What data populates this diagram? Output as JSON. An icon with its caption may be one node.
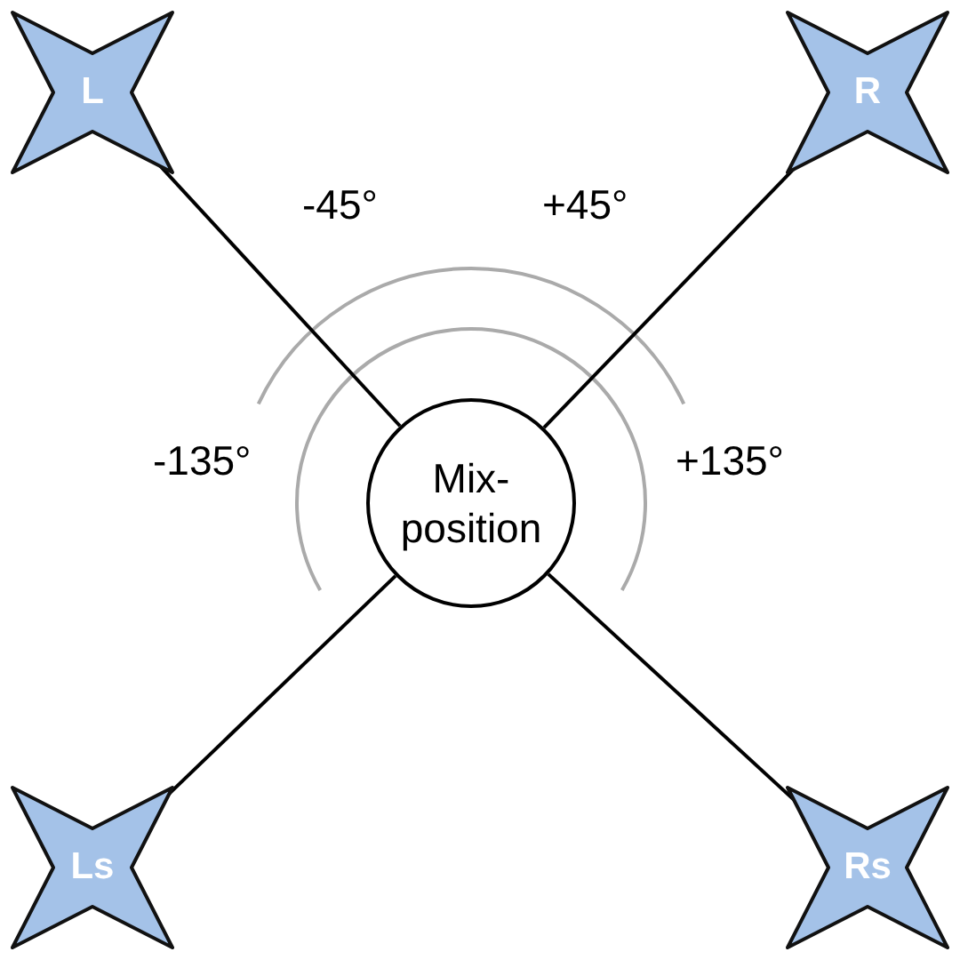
{
  "diagram": {
    "nodes": [
      {
        "text": [
          "L"
        ]
      },
      {
        "text": [
          "R"
        ]
      },
      {
        "text": [
          "Mix-position"
        ]
      },
      {
        "text": [
          "Ls"
        ]
      },
      {
        "text": [
          "Rs"
        ]
      }
    ],
    "edges": [
      {
        "from": 0,
        "to": 2,
        "arrow": "none"
      },
      {
        "from": 1,
        "to": 2,
        "arrow": "none"
      },
      {
        "from": 3,
        "to": 2,
        "arrow": "none"
      },
      {
        "from": 4,
        "to": 2,
        "arrow": "none"
      }
    ],
    "labels": [
      "-45°",
      "+45°",
      "-135°",
      "+135°"
    ]
  }
}
